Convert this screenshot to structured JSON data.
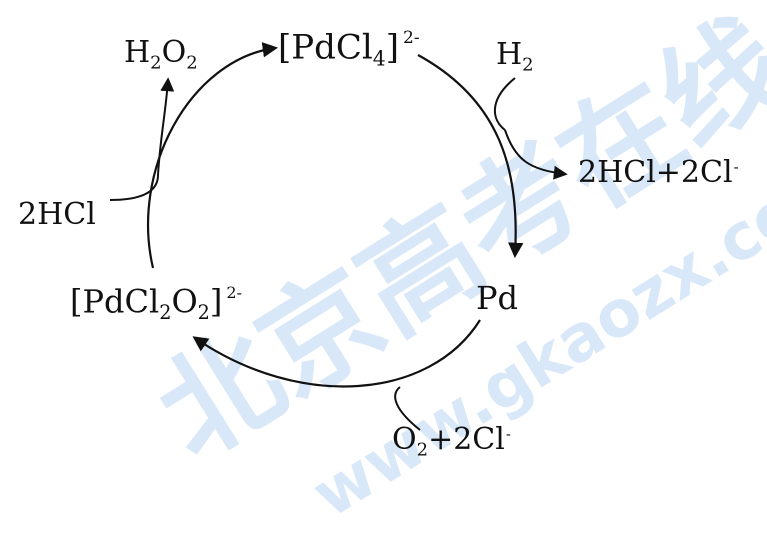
{
  "watermark": {
    "chinese": "北京高考在线",
    "url": "www.gkaozx.com",
    "color": "#cfe3f7"
  },
  "species": {
    "pdcl4": {
      "main": "[PdCl",
      "sub": "4",
      "close": "]",
      "charge": "2-"
    },
    "pdcl2o2": {
      "main": "[PdCl",
      "sub1": "2",
      "mid": "O",
      "sub2": "2",
      "close": "]",
      "charge": "2-"
    },
    "pd": "Pd",
    "h2": {
      "main": "H",
      "sub": "2"
    },
    "h2o2": {
      "h": "H",
      "sub1": "2",
      "o": "O",
      "sub2": "2"
    },
    "hcl_in": "2HCl",
    "hcl_out": {
      "text": "2HCl+2Cl",
      "sup": "-"
    },
    "o2_in": {
      "o": "O",
      "sub": "2",
      "rest": "+2Cl",
      "sup": "-"
    }
  }
}
